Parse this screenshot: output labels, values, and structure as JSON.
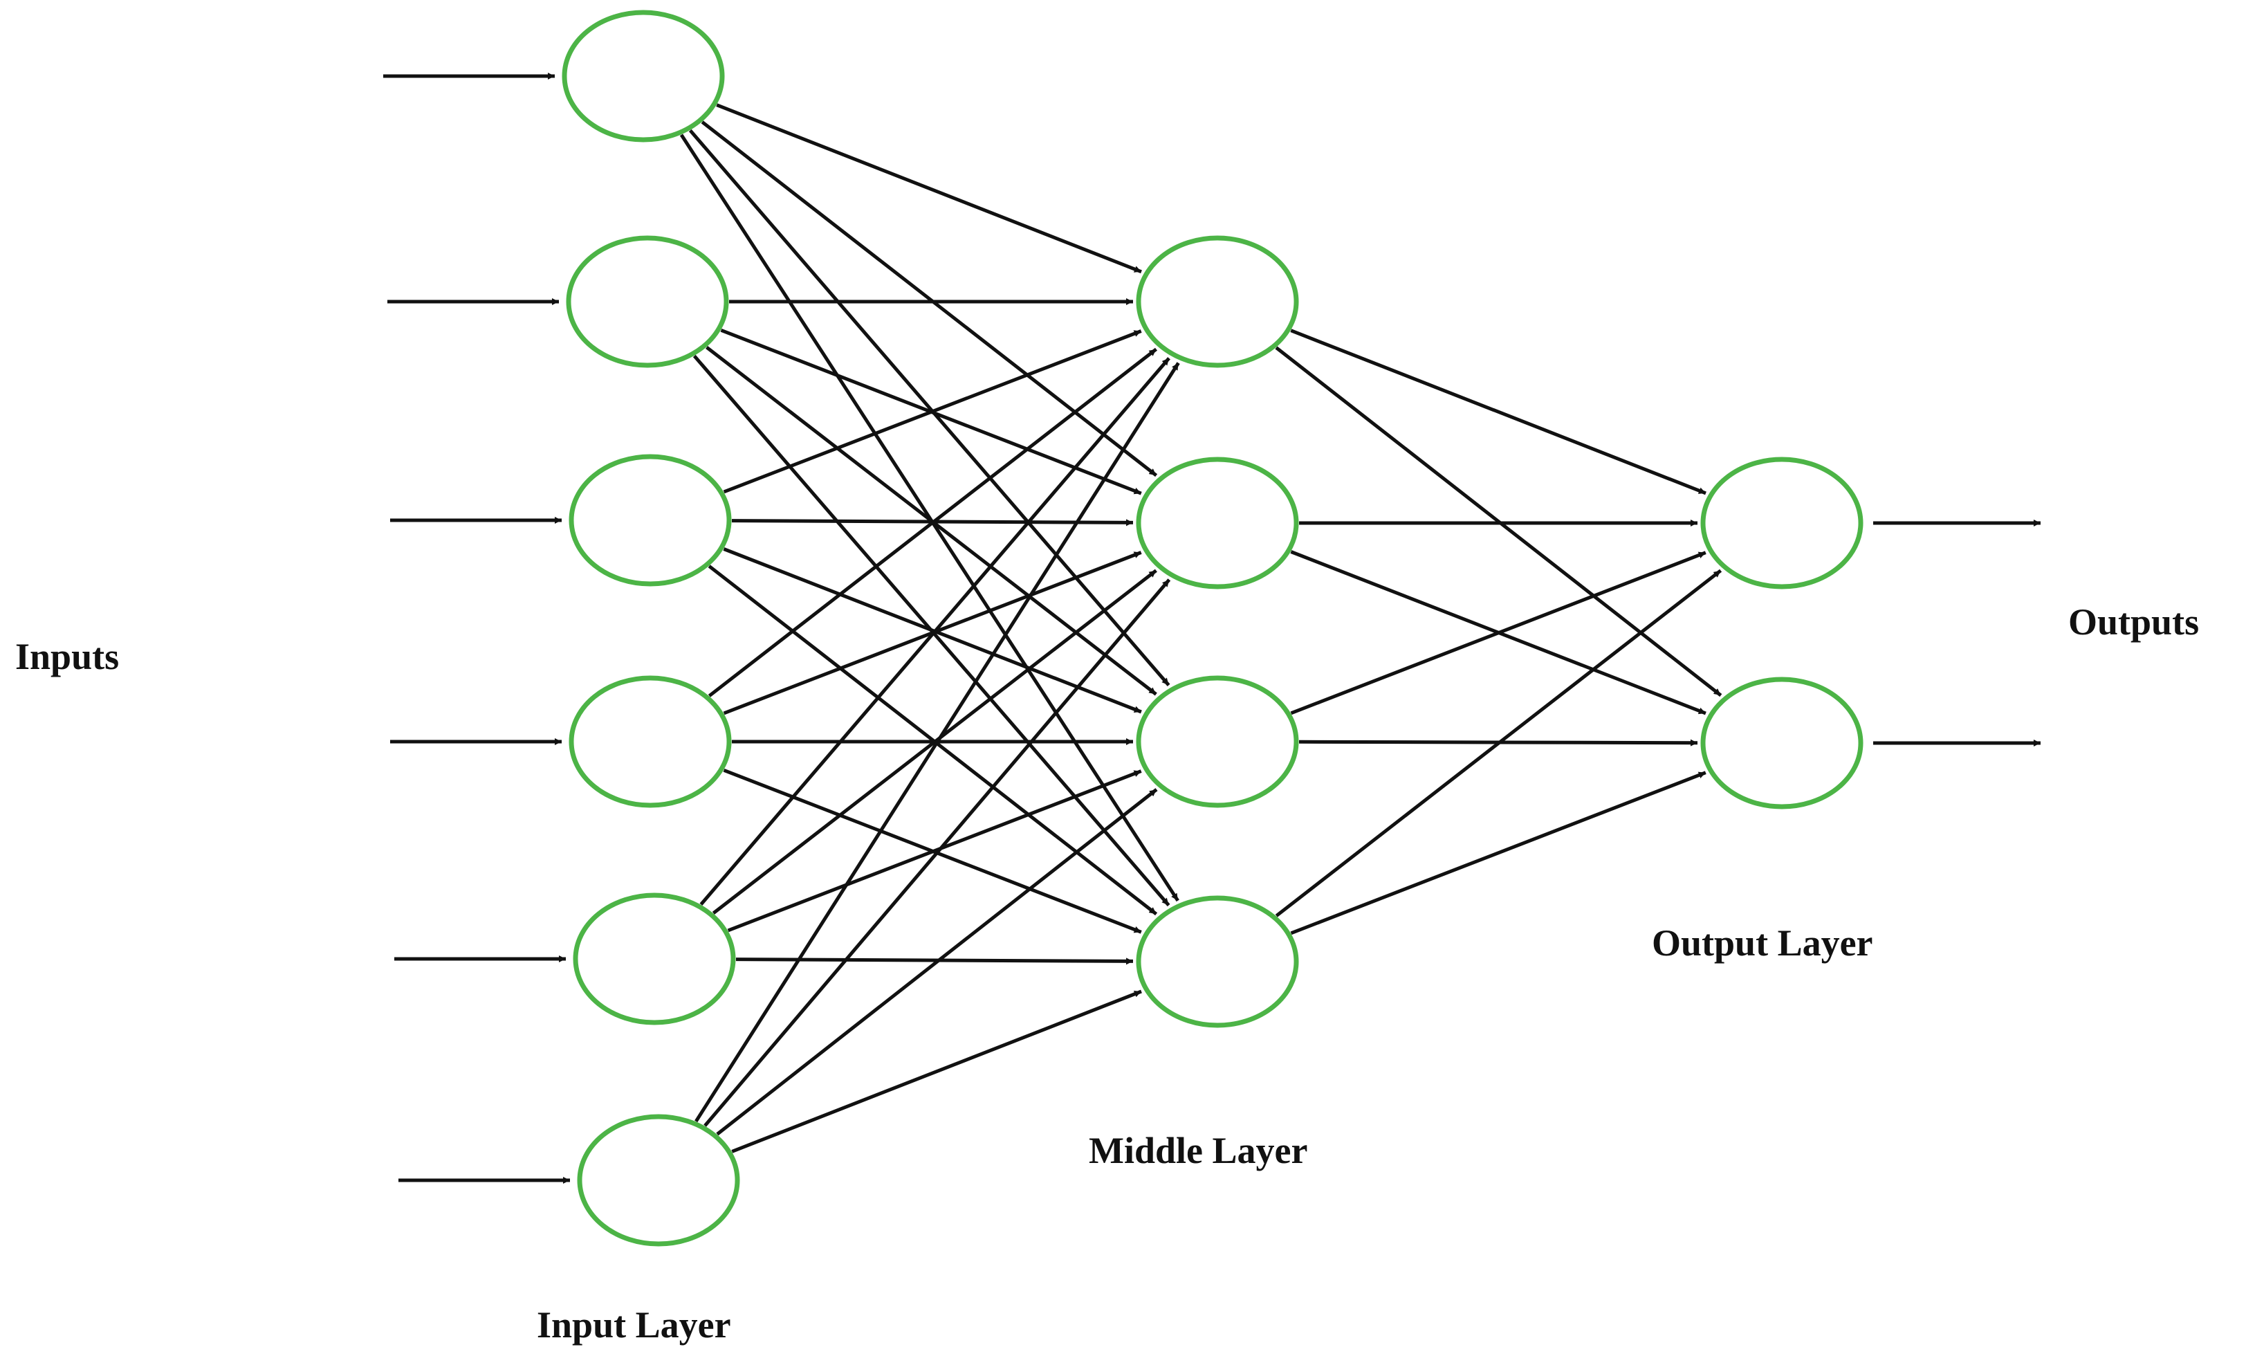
{
  "labels": {
    "inputs": "Inputs",
    "outputs": "Outputs",
    "input_layer": "Input Layer",
    "middle_layer": "Middle Layer",
    "output_layer": "Output Layer"
  },
  "network": {
    "layers": [
      {
        "name": "input",
        "size": 6
      },
      {
        "name": "middle",
        "size": 4
      },
      {
        "name": "output",
        "size": 2
      }
    ],
    "fully_connected": true,
    "external_inputs": 6,
    "external_outputs": 2
  },
  "colors": {
    "node_stroke": "#4cb446",
    "edge": "#111111",
    "label_text": "#111111",
    "background": "#ffffff"
  }
}
